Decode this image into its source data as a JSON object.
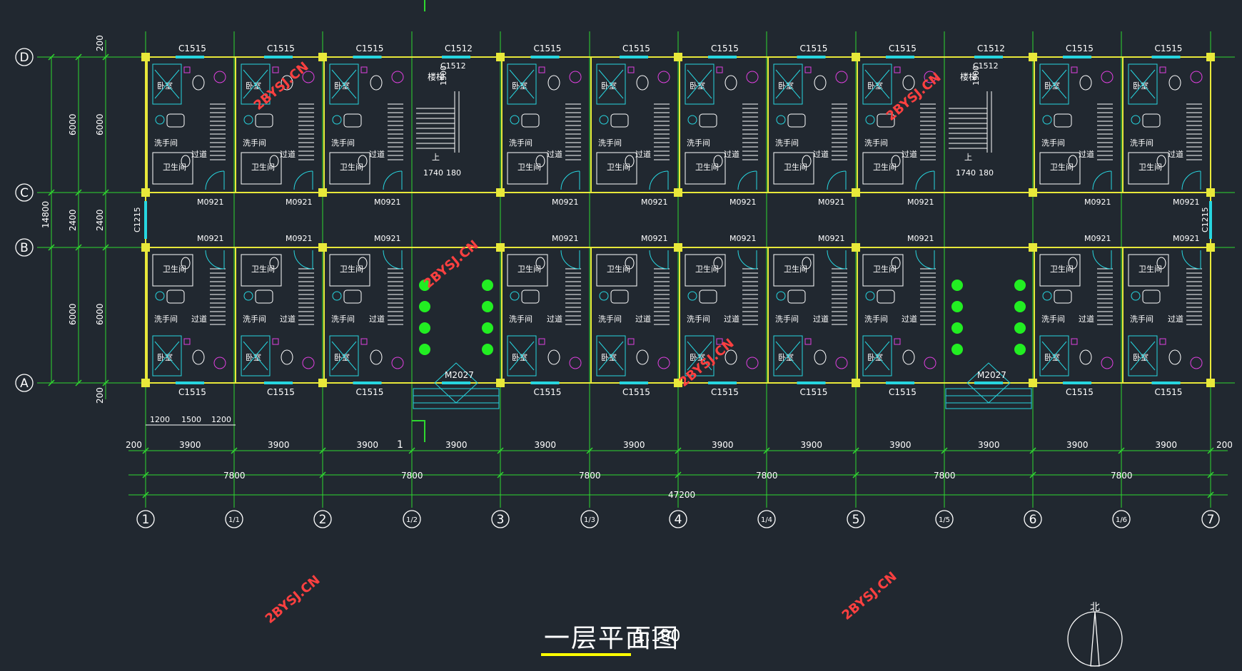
{
  "drawing": {
    "title": "一层平面图",
    "scale": "1:100",
    "watermark": "2BYSJ.CN",
    "north_label": "北"
  },
  "axes_horizontal": [
    "D",
    "C",
    "B",
    "A"
  ],
  "axes_vertical": [
    "1",
    "1/1",
    "2",
    "1/2",
    "3",
    "1/3",
    "4",
    "1/4",
    "5",
    "1/5",
    "6",
    "1/6",
    "7"
  ],
  "dims": {
    "bay": "3900",
    "double_bay": "7800",
    "total": "47200",
    "edge": "200",
    "room_depth": "6000",
    "corridor": "2400",
    "overall_depth": "14800",
    "win_offset_1": "1200",
    "win_width": "1500",
    "win_offset_2": "1200",
    "stair_width": "1740",
    "stair_gap": "180",
    "stair_run": "1500"
  },
  "openings": {
    "window_main": "C1515",
    "window_stair": "C1512",
    "window_end": "C1215",
    "door_room": "M0921",
    "door_entry": "M2027"
  },
  "labels": {
    "bedroom": "卧室",
    "washroom": "洗手间",
    "toilet": "卫生间",
    "corridor": "过道",
    "stair": "楼梯",
    "up": "上",
    "section_mark": "1"
  }
}
